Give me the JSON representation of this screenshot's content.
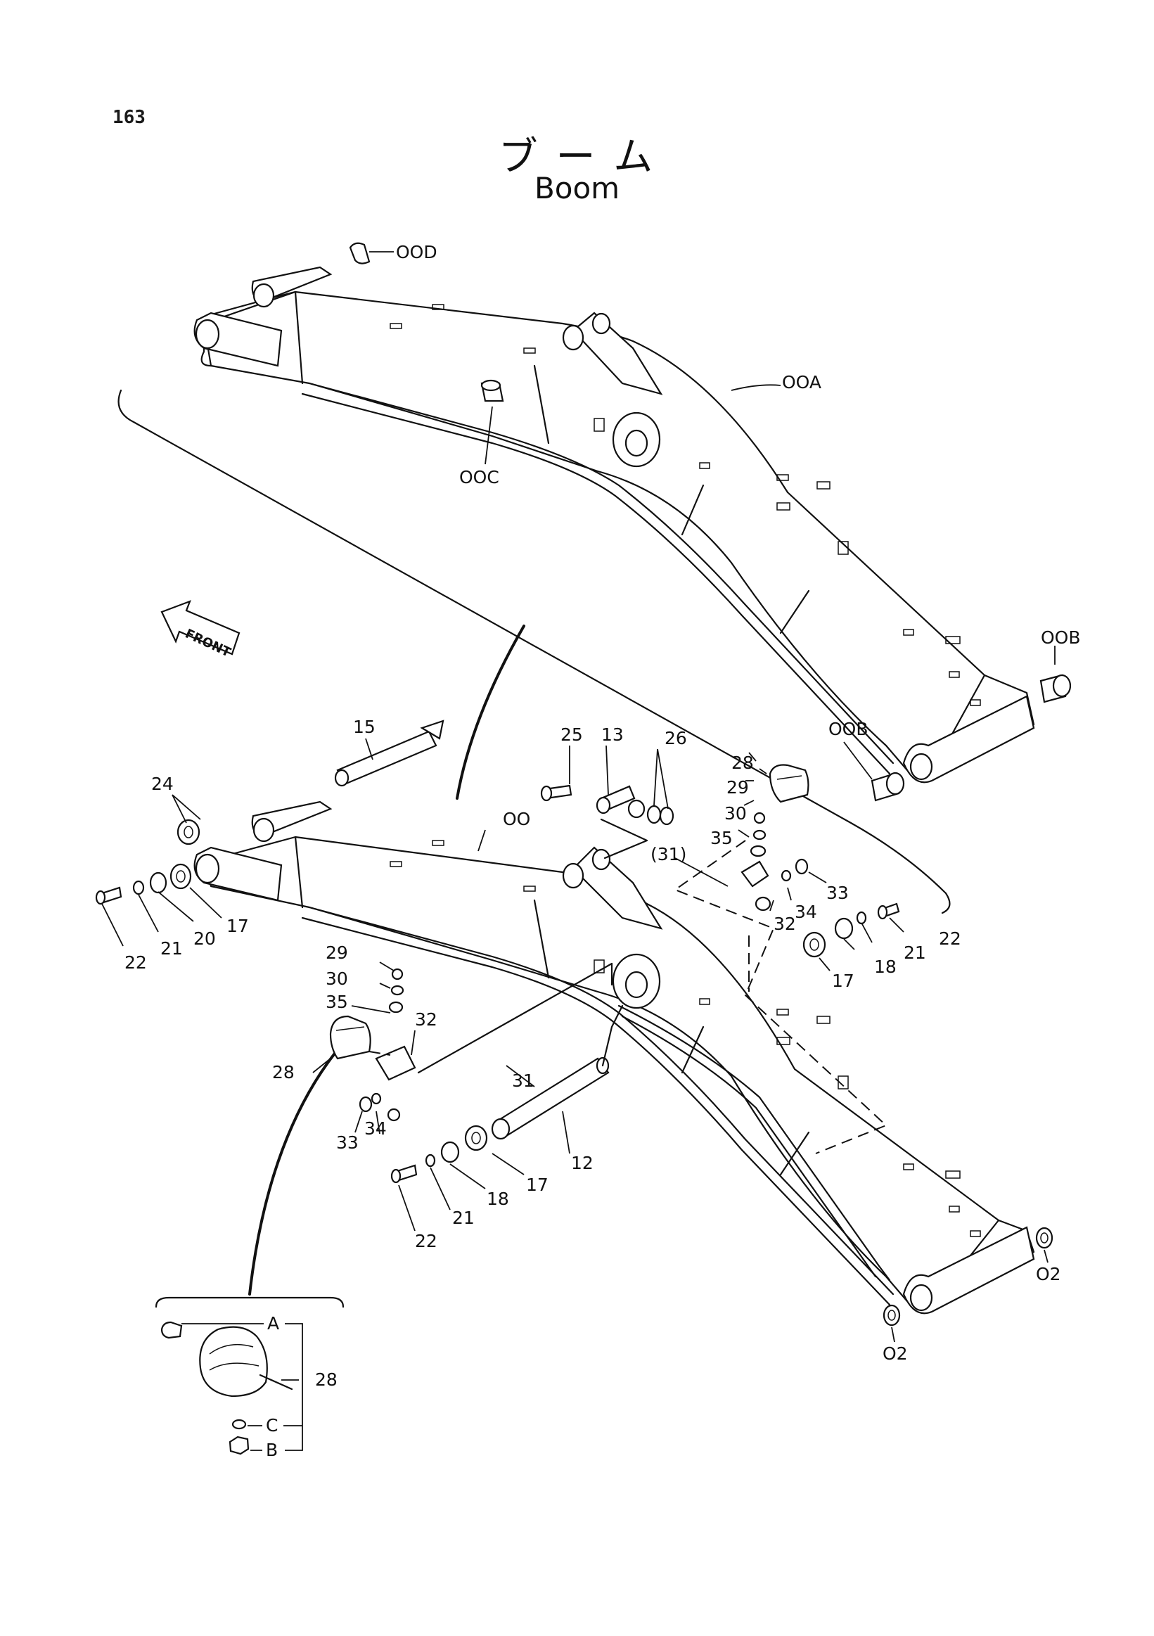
{
  "page_number": "163",
  "title_jp": "ブ ー ム",
  "title_en": "Boom",
  "front_label": "FRONT",
  "callouts": {
    "c00D": "OOD",
    "c00A": "OOA",
    "c00C": "OOC",
    "c00B_right": "OOB",
    "c00B_left": "OOB",
    "c15": "15",
    "c24": "24",
    "c00": "OO",
    "c25": "25",
    "c13": "13",
    "c26": "26",
    "c28_top": "28",
    "c29_top": "29",
    "c30_top": "30",
    "c35_top": "35",
    "c31p": "(31)",
    "c33_top": "33",
    "c34_top": "34",
    "c32_top": "32",
    "c22_right": "22",
    "c21_right": "21",
    "c18_right": "18",
    "c17_right": "17",
    "c22_left": "22",
    "c21_left": "21",
    "c20": "20",
    "c17_left": "17",
    "c29_mid": "29",
    "c30_mid": "30",
    "c35_mid": "35",
    "c32_mid": "32",
    "c28_mid": "28",
    "c31": "31",
    "c33_mid": "33",
    "c34_mid": "34",
    "c12": "12",
    "c17_bot": "17",
    "c18_bot": "18",
    "c21_bot": "21",
    "c22_bot": "22",
    "c02_right": "O2",
    "c02_bot": "O2"
  },
  "detail_box": {
    "A": "A",
    "B": "B",
    "C": "C",
    "part": "28"
  }
}
